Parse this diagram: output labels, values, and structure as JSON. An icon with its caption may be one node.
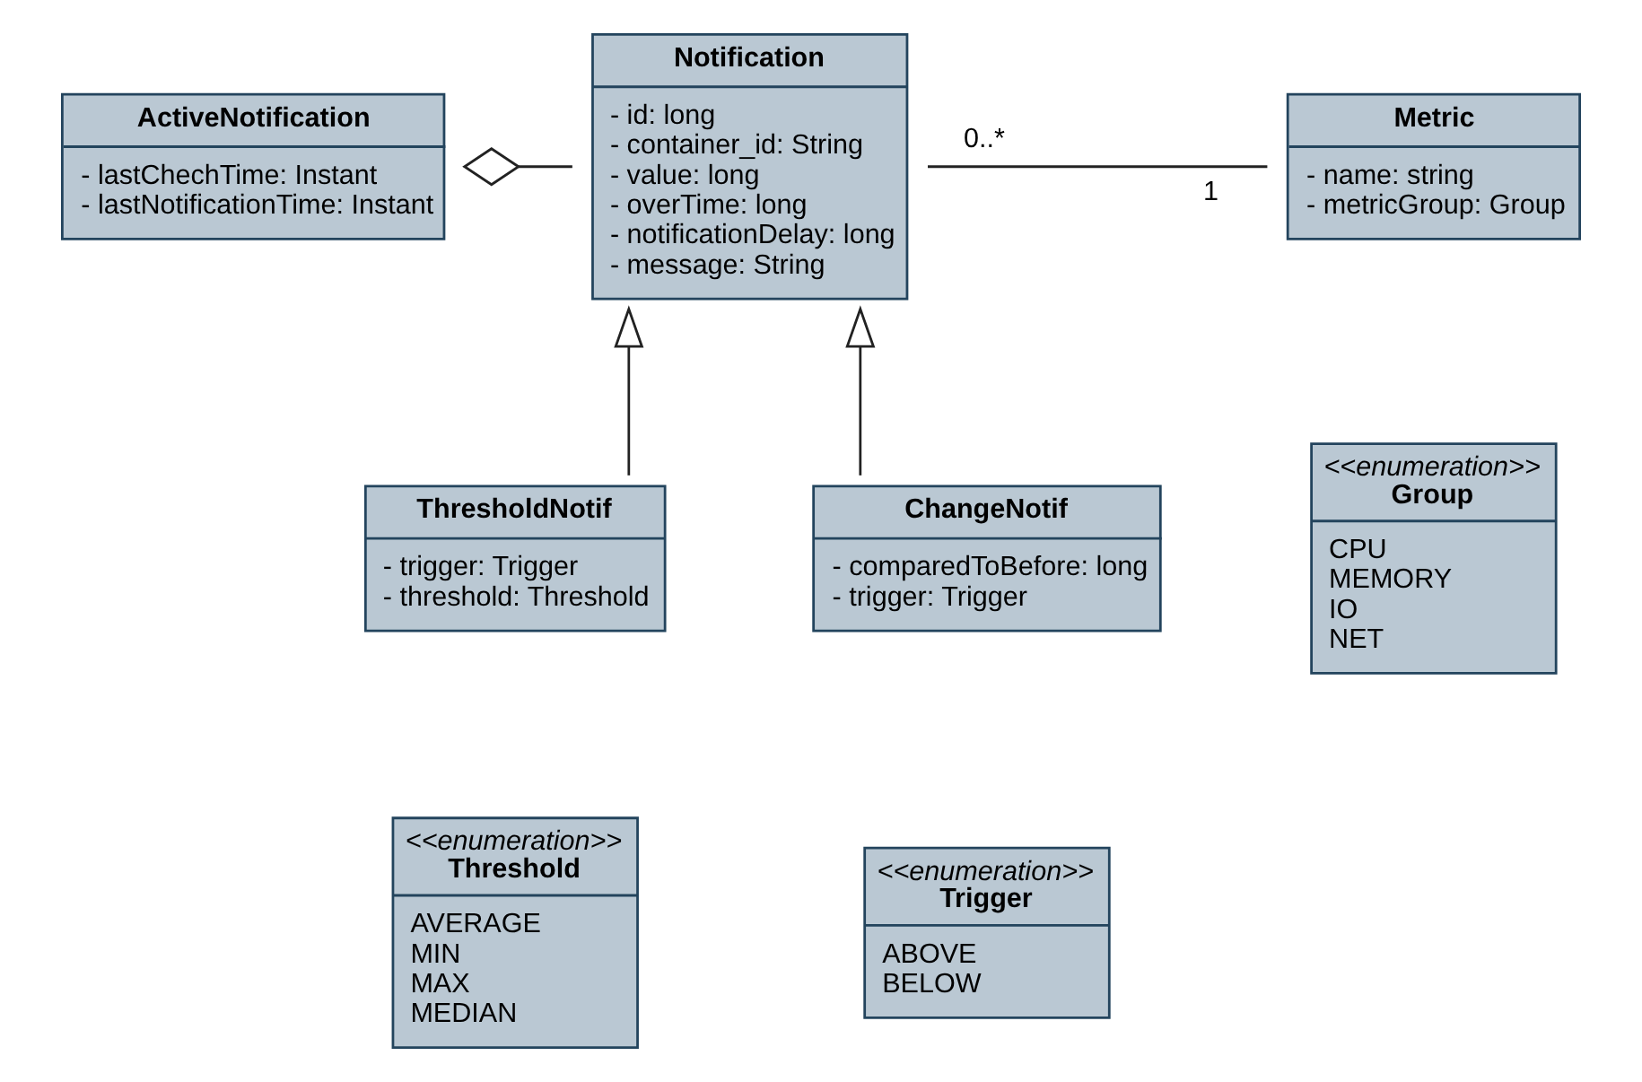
{
  "diagram": {
    "nodes": [
      {
        "text": [
          "ActiveNotification",
          "- lastChechTime: Instant",
          "- lastNotificationTime: Instant"
        ]
      },
      {
        "text": [
          "Notification",
          "- id: long",
          "- container_id: String",
          "- value: long",
          "- overTime: long",
          "- notificationDelay: long",
          "- message: String"
        ]
      },
      {
        "text": [
          "Metric",
          "- name: string",
          "- metricGroup: Group"
        ]
      },
      {
        "text": [
          "ThresholdNotif",
          "- trigger: Trigger",
          "- threshold: Threshold"
        ]
      },
      {
        "text": [
          "ChangeNotif",
          "- comparedToBefore: long",
          "- trigger: Trigger"
        ]
      },
      {
        "text": [
          "<<enumeration>>",
          "Group",
          "CPU",
          "MEMORY",
          "IO",
          "NET"
        ]
      },
      {
        "text": [
          "<<enumeration>>",
          "Threshold",
          "AVERAGE",
          "MIN",
          "MAX",
          "MEDIAN"
        ]
      },
      {
        "text": [
          "<<enumeration>>",
          "Trigger",
          "ABOVE",
          "BELOW"
        ]
      }
    ],
    "edges": [
      {
        "from": 0,
        "to": 1,
        "arrow": "other"
      },
      {
        "from": 1,
        "to": 2,
        "arrow": "none"
      },
      {
        "from": 3,
        "to": 1,
        "arrow": "to"
      },
      {
        "from": 4,
        "to": 1,
        "arrow": "to"
      }
    ],
    "labels": [
      "0..*",
      "1"
    ]
  }
}
